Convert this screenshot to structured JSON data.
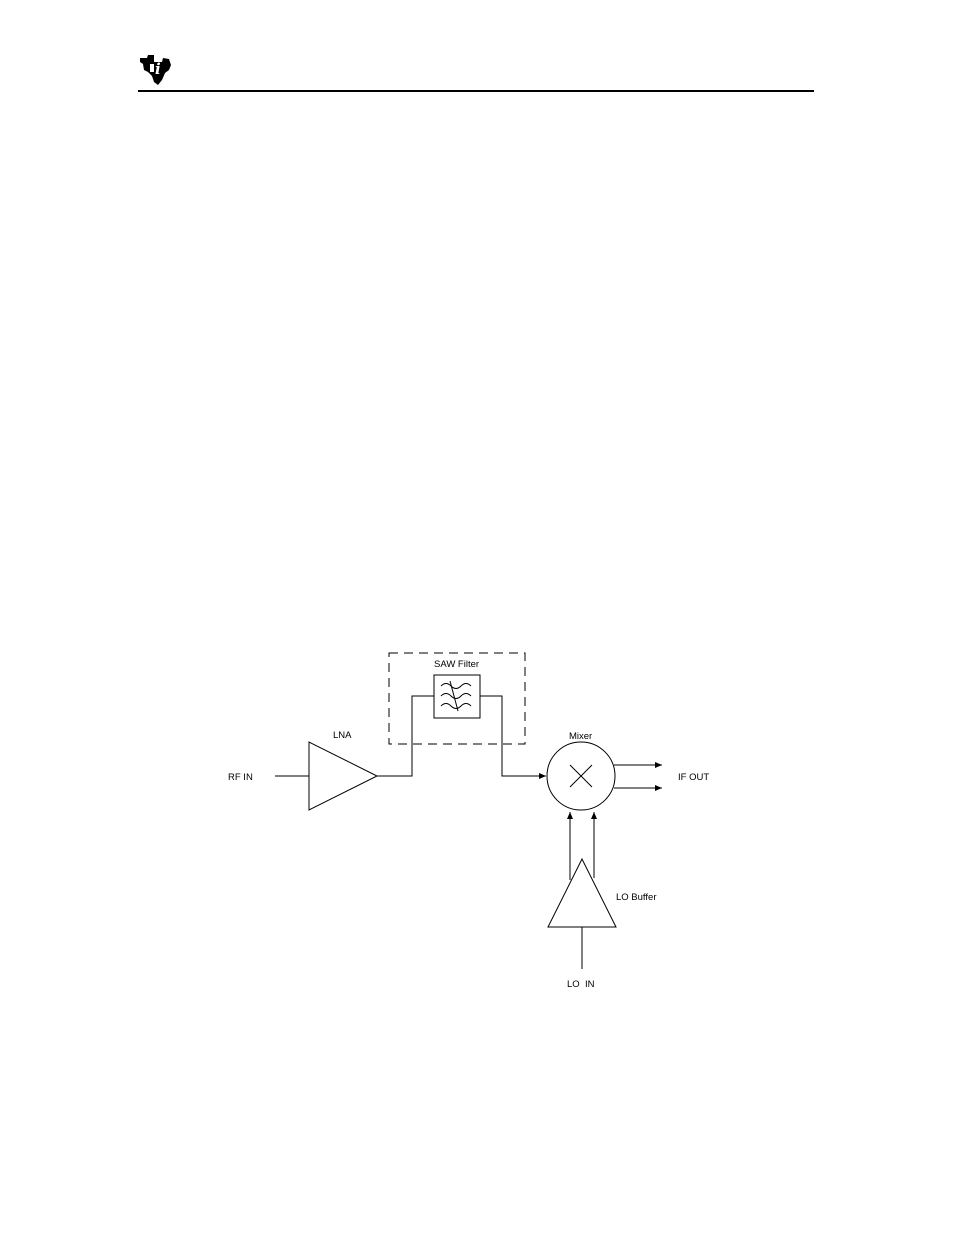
{
  "header": {
    "logo_icon": "texas-instruments-logo-icon"
  },
  "diagram": {
    "rf_in_label": "RF IN",
    "lna_label": "LNA",
    "saw_filter_label": "SAW Filter",
    "mixer_label": "Mixer",
    "if_out_label": "IF OUT",
    "lo_buffer_label": "LO Buffer",
    "lo_in_label": "LO  IN"
  }
}
